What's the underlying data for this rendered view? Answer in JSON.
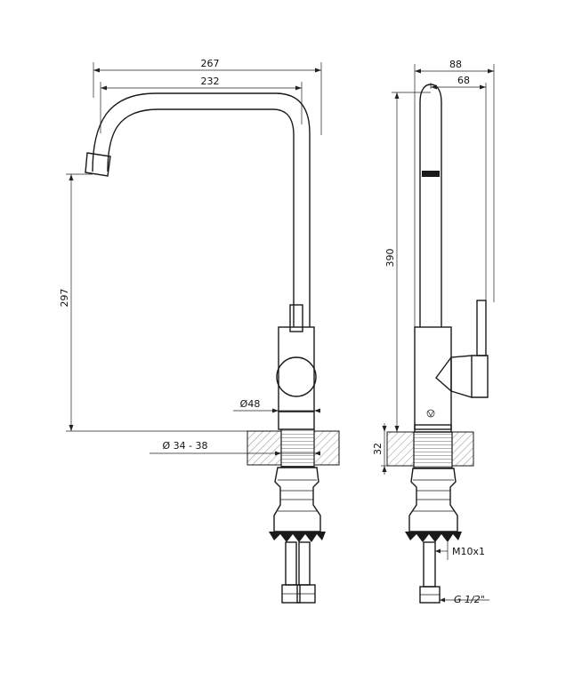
{
  "front_view": {
    "overall_width": "267",
    "spout_width": "232",
    "spout_height": "297",
    "body_diameter": "Ø48",
    "hole_diameter": "Ø 34 - 38"
  },
  "side_view": {
    "overall_depth": "88",
    "spout_depth": "68",
    "total_height": "390",
    "deck_thickness": "32",
    "stud_thread": "M10x1",
    "hose_thread": "G 1/2\""
  }
}
